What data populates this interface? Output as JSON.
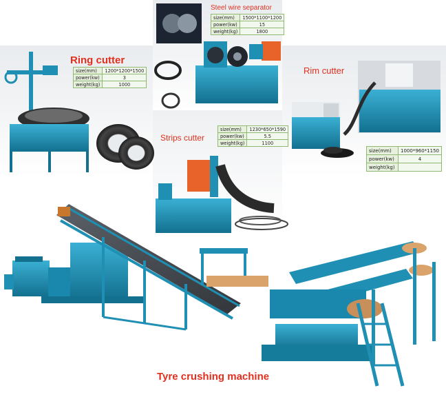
{
  "machines": {
    "ring_cutter": {
      "title": "Ring cutter",
      "specs": [
        {
          "key": "size(mm)",
          "value": "1200*1200*1500"
        },
        {
          "key": "power(kw)",
          "value": "3"
        },
        {
          "key": "weight(kg)",
          "value": "1000"
        }
      ]
    },
    "steel_wire_separator": {
      "title": "Steel wire separator",
      "specs": [
        {
          "key": "size(mm)",
          "value": "1500*1100*1200"
        },
        {
          "key": "power(kw)",
          "value": "15"
        },
        {
          "key": "weight(kg)",
          "value": "1800"
        }
      ]
    },
    "rim_cutter": {
      "title": "Rim cutter",
      "specs": [
        {
          "key": "size(mm)",
          "value": "1000*960*1150"
        },
        {
          "key": "power(kw)",
          "value": "4"
        },
        {
          "key": "weight(kg)",
          "value": ""
        }
      ]
    },
    "strips_cutter": {
      "title": "Strips cutter",
      "specs": [
        {
          "key": "size(mm)",
          "value": "1230*650*1590"
        },
        {
          "key": "power(kw)",
          "value": "5.5"
        },
        {
          "key": "weight(kg)",
          "value": "1100"
        }
      ]
    }
  },
  "caption": "Tyre crushing machine",
  "colors": {
    "title_red": "#e0301e",
    "machine_blue": "#1f8fb3",
    "machine_blue_dark": "#13708f",
    "motor_orange": "#e8632a",
    "conveyor_gray": "#4a4f55",
    "table_border": "#8fb873"
  }
}
